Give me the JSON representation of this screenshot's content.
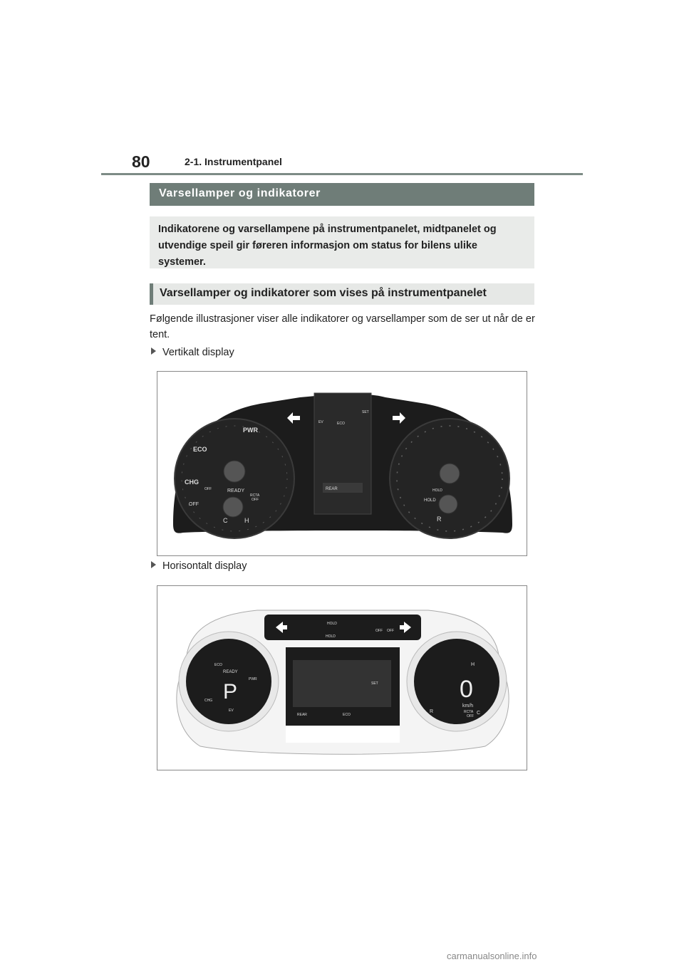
{
  "header": {
    "page_number": "80",
    "section": "2-1. Instrumentpanel"
  },
  "title_bar": "Varsellamper og indikatorer",
  "intro": "Indikatorene og varsellampene på instrumentpanelet, midtpanelet og utvendige speil gir føreren informasjon om status for bilens ulike systemer.",
  "subtitle_bar": "Varsellamper og indikatorer som vises på instrumentpanelet",
  "body_text": "Følgende illustrasjoner viser alle indikatorer og varsellamper som de ser ut når de er tent.",
  "bullets": [
    "Vertikalt display",
    "Horisontalt display"
  ],
  "vertical_cluster": {
    "left_labels": {
      "pwr": "PWR",
      "eco": "ECO",
      "chg": "CHG",
      "off": "OFF",
      "ready": "READY",
      "c": "C",
      "h": "H",
      "rcta": "RCTA",
      "rcta_off": "OFF",
      "p_off": "OFF"
    },
    "center_labels": {
      "set": "SET",
      "eco": "ECO",
      "rear": "REAR",
      "ev": "EV"
    },
    "right_labels": {
      "hold1": "HOLD",
      "hold2": "HOLD",
      "r": "R"
    }
  },
  "horizontal_cluster": {
    "top_labels": {
      "hold1": "HOLD",
      "hold2": "HOLD",
      "off1": "OFF",
      "off2": "OFF"
    },
    "left_dial": {
      "eco": "ECO",
      "ready": "READY",
      "pwr": "PWR",
      "gear": "P",
      "chg": "CHG",
      "ev": "EV"
    },
    "center": {
      "set": "SET",
      "rear": "REAR",
      "eco": "ECO"
    },
    "right_dial": {
      "speed": "0",
      "unit": "km/h",
      "h": "H",
      "c": "C",
      "r": "R",
      "rcta": "RCTA",
      "off": "OFF"
    }
  },
  "colors": {
    "header_bar": "#6f7d78",
    "intro_bg": "#e9ebe9",
    "cluster": "#1c1c1c"
  },
  "watermark": "carmanualsonline.info"
}
